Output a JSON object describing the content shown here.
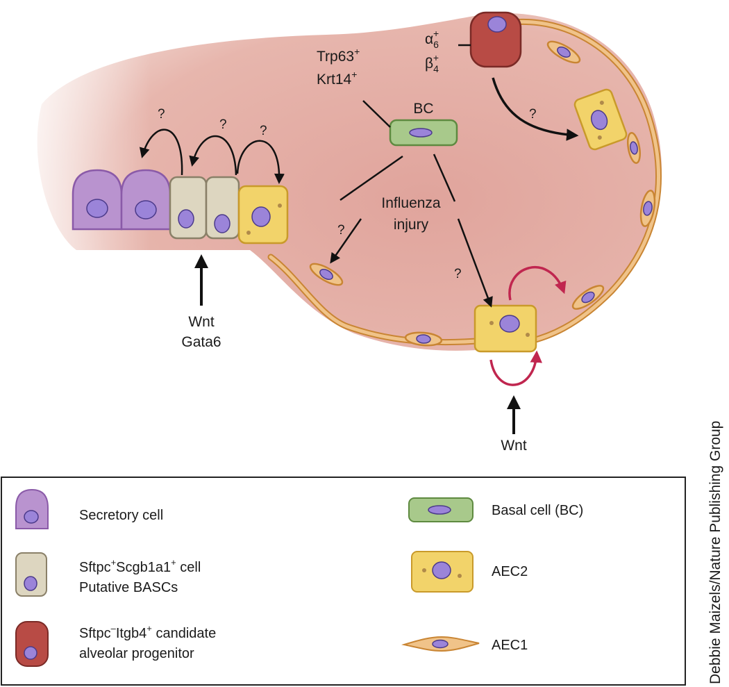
{
  "diagram": {
    "labels": {
      "alpha": "α",
      "alpha_sub": "6",
      "alpha_sup": "+",
      "beta": "β",
      "beta_sub": "4",
      "beta_sup": "+",
      "trp63": "Trp63",
      "krt14": "Krt14",
      "plus": "+",
      "bc": "BC",
      "influenza": "Influenza",
      "injury": "injury",
      "wnt_left": "Wnt",
      "gata6": "Gata6",
      "wnt_bottom": "Wnt",
      "question": "?"
    },
    "colors": {
      "alveolus_fill": "#e4aca4",
      "cell_membrane": "#c98533",
      "secretory": "#b993cf",
      "basc": "#ddd6c0",
      "aec2": "#f2d36a",
      "basal": "#a8c98b",
      "progenitor": "#b84b45",
      "nucleus": "#9b84d9",
      "self_renewal_arrow": "#c0264f",
      "arrow": "#111111"
    }
  },
  "legend": {
    "items": [
      {
        "icon": "secretory-cell-icon",
        "label": "Secretory cell"
      },
      {
        "icon": "basc-cell-icon",
        "label_main": "Sftpc",
        "label_sup1": "+",
        "label_mid": "Scgb1a1",
        "label_sup2": "+",
        "label_tail": " cell",
        "label_line2": "Putative BASCs"
      },
      {
        "icon": "progenitor-cell-icon",
        "label_main": "Sftpc",
        "label_sup1": "–",
        "label_mid": "Itgb4",
        "label_sup2": "+",
        "label_tail": " candidate",
        "label_line2": "alveolar progenitor"
      },
      {
        "icon": "basal-cell-icon",
        "label": "Basal cell (BC)"
      },
      {
        "icon": "aec2-cell-icon",
        "label": "AEC2"
      },
      {
        "icon": "aec1-cell-icon",
        "label": "AEC1"
      }
    ]
  },
  "credit": "Debbie Maizels/Nature Publishing Group"
}
